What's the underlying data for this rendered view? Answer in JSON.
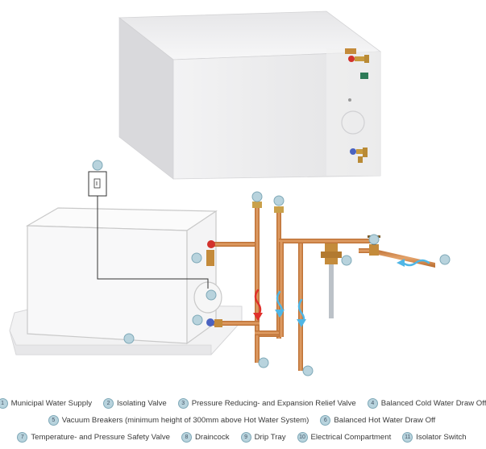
{
  "legend": {
    "row1": [
      {
        "num": "1",
        "label": "Municipal Water Supply"
      },
      {
        "num": "2",
        "label": "Isolating Valve"
      },
      {
        "num": "3",
        "label": "Pressure Reducing- and Expansion Relief Valve"
      },
      {
        "num": "4",
        "label": "Balanced Cold Water Draw Off"
      }
    ],
    "row2": [
      {
        "num": "5",
        "label": "Vacuum Breakers (minimum height of 300mm above Hot Water System)"
      },
      {
        "num": "6",
        "label": "Balanced Hot Water Draw Off"
      }
    ],
    "row3": [
      {
        "num": "7",
        "label": "Temperature- and Pressure Safety Valve"
      },
      {
        "num": "8",
        "label": "Draincock"
      },
      {
        "num": "9",
        "label": "Drip Tray"
      },
      {
        "num": "10",
        "label": "Electrical Compartment"
      },
      {
        "num": "11",
        "label": "Isolator Switch"
      }
    ]
  },
  "colors": {
    "copper": "#c8793a",
    "copper_light": "#e0a36a",
    "hot_arrow": "#e0302b",
    "cold_arrow": "#4fb6e6",
    "callout": "#b8d3dd",
    "tank_line": "#c9c9c9"
  }
}
